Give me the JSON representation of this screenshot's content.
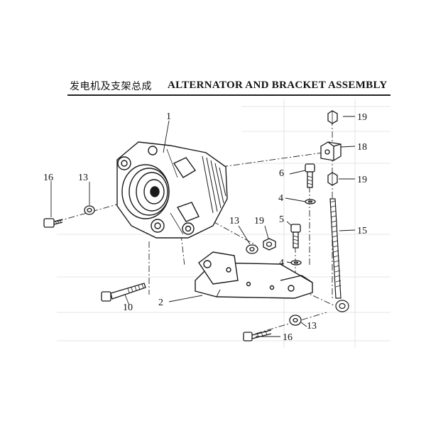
{
  "header": {
    "title_zh": "发电机及支架总成",
    "title_en": "ALTERNATOR AND BRACKET ASSEMBLY"
  },
  "callouts": {
    "c1": "1",
    "c2": "2",
    "c4a": "4",
    "c4b": "4",
    "c5": "5",
    "c6": "6",
    "c10": "10",
    "c13a": "13",
    "c13b": "13",
    "c13c": "13",
    "c15": "15",
    "c16a": "16",
    "c16b": "16",
    "c18": "18",
    "c19a": "19",
    "c19b": "19",
    "c19c": "19"
  },
  "colors": {
    "ink": "#1a1a1a",
    "paper": "#ffffff",
    "ghost": "#d8d8d8"
  }
}
